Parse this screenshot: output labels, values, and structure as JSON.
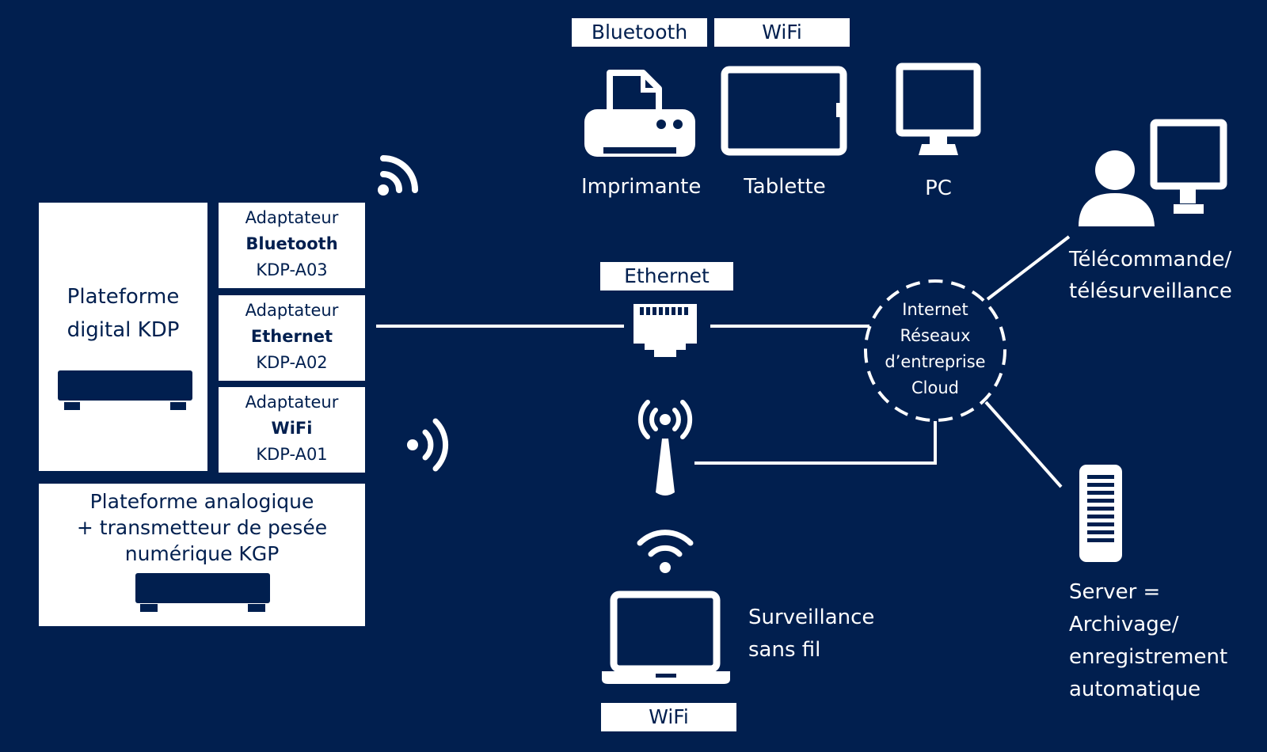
{
  "colors": {
    "background": "#011f4f",
    "foreground": "#ffffff"
  },
  "top_tags": {
    "bluetooth": "Bluetooth",
    "wifi": "WiFi"
  },
  "devices": {
    "printer": "Imprimante",
    "tablet": "Tablette",
    "pc": "PC"
  },
  "digital_platform": {
    "line1": "Plateforme",
    "line2": "digital KDP"
  },
  "adapters": [
    {
      "title": "Adaptateur",
      "type": "Bluetooth",
      "code": "KDP-A03"
    },
    {
      "title": "Adaptateur",
      "type": "Ethernet",
      "code": "KDP-A02"
    },
    {
      "title": "Adaptateur",
      "type": "WiFi",
      "code": "KDP-A01"
    }
  ],
  "analog_platform": {
    "line1": "Plateforme analogique",
    "line2": "+ transmetteur de pesée",
    "line3": "numérique KGP"
  },
  "ethernet_tag": "Ethernet",
  "cloud": {
    "line1": "Internet",
    "line2": "Réseaux",
    "line3": "d’entreprise",
    "line4": "Cloud"
  },
  "remote": {
    "line1": "Télécommande/",
    "line2": "télésurveillance"
  },
  "server": {
    "line1": "Server =",
    "line2": "Archivage/",
    "line3": "enregistrement",
    "line4": "automatique"
  },
  "wireless_monitoring": {
    "line1": "Surveillance",
    "line2": "sans fil"
  },
  "bottom_tag": "WiFi",
  "icons": [
    "bluetooth-wave-icon",
    "printer-icon",
    "tablet-icon",
    "pc-monitor-icon",
    "user-icon",
    "monitor-icon",
    "ethernet-port-icon",
    "antenna-icon",
    "wifi-signal-icon",
    "laptop-icon",
    "server-icon",
    "scale-platform-icon"
  ]
}
